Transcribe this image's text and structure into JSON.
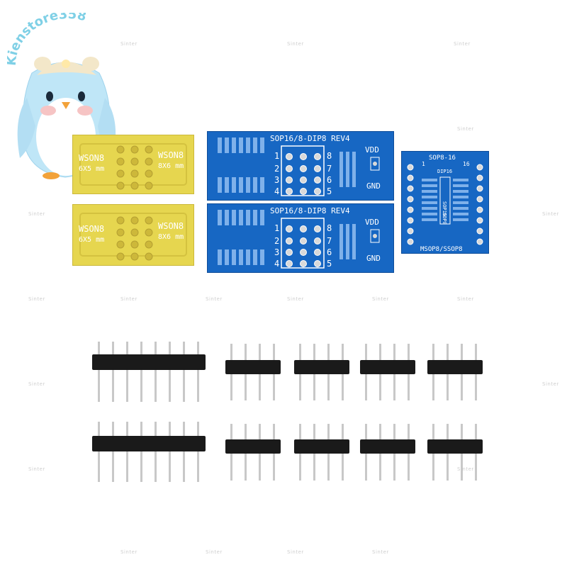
{
  "store": {
    "name": "Kienstore358",
    "watermark": "Sinter"
  },
  "boards": {
    "wson_top": {
      "left_label": "WSON8",
      "left_size": "6X5 mm",
      "right_label": "WSON8",
      "right_size": "8X6 mm"
    },
    "wson_bottom": {
      "left_label": "WSON8",
      "left_size": "6X5 mm",
      "right_label": "WSON8",
      "right_size": "8X6 mm"
    },
    "sop_top": {
      "title": "SOP16/8-DIP8 REV4",
      "vdd": "VDD",
      "gnd": "GND",
      "left_pins": [
        "1",
        "2",
        "3",
        "4"
      ],
      "right_pins": [
        "8",
        "7",
        "6",
        "5"
      ]
    },
    "sop_bottom": {
      "title": "SOP16/8-DIP8 REV4",
      "vdd": "VDD",
      "gnd": "GND",
      "left_pins": [
        "1",
        "2",
        "3",
        "4"
      ],
      "right_pins": [
        "8",
        "7",
        "6",
        "5"
      ]
    },
    "sop8_16": {
      "title": "SOP8-16",
      "pin1": "1",
      "pin16": "16",
      "dip": "DIP16",
      "side1": "SOP16",
      "side2": "SOP8",
      "bottom": "MSOP8/SSOP8"
    }
  },
  "colors": {
    "yellow_pcb": "#e6d64f",
    "blue_pcb": "#1767c3",
    "header_plastic": "#1a1a1a",
    "pin_metal": "#c8c8c8"
  }
}
